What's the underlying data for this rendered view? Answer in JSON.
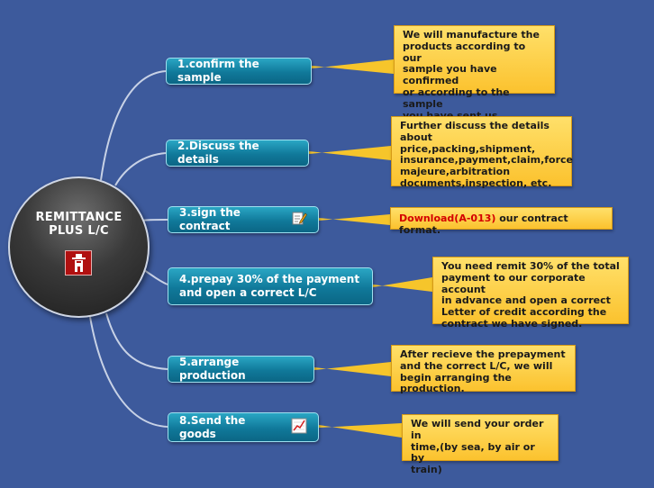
{
  "root": {
    "title_line1": "REMITTANCE",
    "title_line2": "PLUS L/C",
    "icon": "person-icon"
  },
  "steps": [
    {
      "label": "1.confirm the sample"
    },
    {
      "label": "2.Discuss the details"
    },
    {
      "label": "3.sign the contract",
      "icon": "pencil-document-icon"
    },
    {
      "label_line1": "4.prepay 30% of the payment",
      "label_line2": "and open a correct L/C"
    },
    {
      "label": "5.arrange production"
    },
    {
      "label": "8.Send the goods",
      "icon": "chart-document-icon"
    }
  ],
  "notes": [
    {
      "text": "We will manufacture the\nproducts according to our\nsample you have confirmed\nor according to the sample\nyou have sent us."
    },
    {
      "text": "Further discuss the details\nabout price,packing,shipment,\ninsurance,payment,claim,force\nmajeure,arbitration\ndocuments,inspection, etc."
    },
    {
      "link": "Download(A-013)",
      "text": " our contract format."
    },
    {
      "text": "You need remit 30% of the total\npayment to our corporate account\nin advance and open a correct\nLetter of credit according the\ncontract we have signed."
    },
    {
      "text": "After recieve the prepayment\nand the correct L/C, we will\nbegin arranging the production."
    },
    {
      "text": "We will send your order in\ntime,(by sea, by air or by\ntrain)"
    }
  ],
  "colors": {
    "background": "#3d5a9c",
    "step_fill": "#10799a",
    "note_fill": "#fbc22e",
    "link": "#d40000",
    "connector": "#c8d2e6",
    "pointer": "#f6c52b"
  }
}
